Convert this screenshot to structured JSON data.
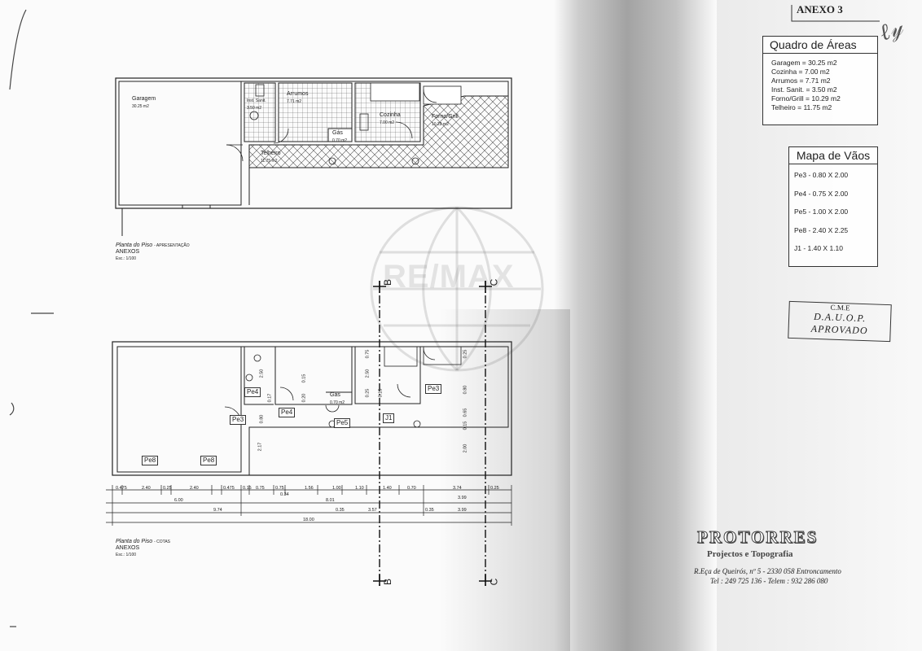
{
  "annex_label": "ANEXO 3",
  "areas_table": {
    "title": "Quadro de Áreas",
    "rows": [
      "Garagem = 30.25 m2",
      "Cozinha = 7.00 m2",
      "Arrumos = 7.71 m2",
      "Inst. Sanit. = 3.50 m2",
      "Forno/Grill = 10.29 m2",
      "Telheiro = 11.75 m2"
    ]
  },
  "openings_table": {
    "title": "Mapa de Vãos",
    "rows": [
      "Pe3 - 0.80 X 2.00",
      "Pe4 - 0.75 X 2.00",
      "Pe5 - 1.00 X 2.00",
      "Pe8 - 2.40 X 2.25",
      "J1 - 1.40 X 1.10"
    ]
  },
  "approval_stamp": {
    "line1": "C.M.E",
    "line2": "D.A.U.O.P.",
    "line3": "APROVADO"
  },
  "plan_top": {
    "rooms": {
      "garagem": "Garagem",
      "garagem_area": "30.25 m2",
      "inst_sanit": "Inst. Sanit.",
      "inst_sanit_area": "3.50 m2",
      "arrumos": "Arrumos",
      "arrumos_area": "7.71 m2",
      "gas": "Gás",
      "gas_area": "0.70 m2",
      "cozinha": "Cozinha",
      "cozinha_area": "7.00 m2",
      "forno": "Forno/Grill",
      "forno_area": "10.29 m2",
      "telheiro": "Telheiro",
      "telheiro_area": "11.75 m2"
    },
    "caption": {
      "title": "Planta do Piso",
      "suffix": "- APRESENTAÇÃO",
      "name": "ANEXOS",
      "scale": "Esc.: 1/100"
    }
  },
  "plan_bottom": {
    "gas": "Gás",
    "gas_area": "0.70 m2",
    "doors": {
      "pe4_a": "Pe4",
      "pe4_b": "Pe4",
      "pe3_a": "Pe3",
      "pe3_b": "Pe3",
      "pe5": "Pe5",
      "j1": "J1",
      "pe8_a": "Pe8",
      "pe8_b": "Pe8"
    },
    "inner_dims": [
      "2.50",
      "0.15",
      "2.50",
      "0.75",
      "0.17",
      "0.80",
      "0.20",
      "0.25",
      "0.15",
      "2.17",
      "0.80",
      "0.65",
      "0.15",
      "2.00",
      "0.25"
    ],
    "dim_row1": [
      "0.475",
      "2.40",
      "0.25",
      "2.40",
      "0.475",
      "0.15",
      "0.75",
      "0.75",
      "1.56",
      "1.00",
      "1.10",
      "1.40",
      "0.70",
      "3.74",
      "0.25"
    ],
    "dim_row2": [
      "6.00",
      "0.34",
      "8.01",
      "3.99"
    ],
    "dim_row3": [
      "9.74",
      "0.35",
      "3.57",
      "0.35",
      "3.99"
    ],
    "dim_total": "18.00",
    "caption": {
      "title": "Planta do Piso",
      "suffix": "- COTAS",
      "name": "ANEXOS",
      "scale": "Esc.: 1/100"
    }
  },
  "section_marks": {
    "b": "B",
    "c": "C"
  },
  "watermark": "RE/MAX",
  "company": {
    "name": "PROTORRES",
    "tagline": "Projectos e Topografia",
    "address": "R.Eça de Queirós, nº 5 - 2330 058 Entroncamento",
    "phone": "Tel : 249 725 136 - Telem : 932 286 080"
  }
}
